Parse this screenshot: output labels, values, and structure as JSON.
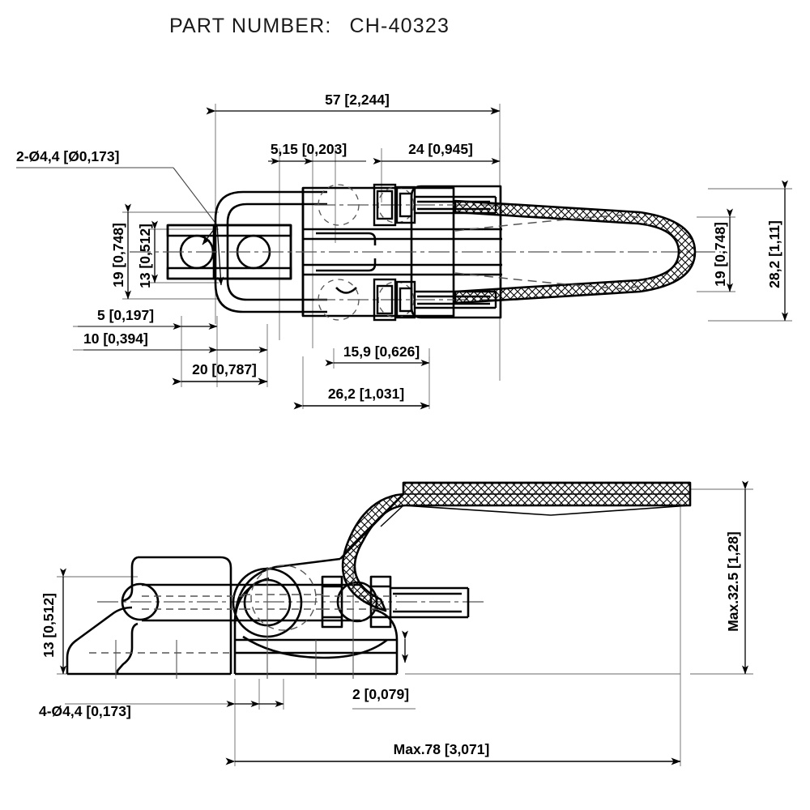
{
  "drawing": {
    "title_label": "PART NUMBER:",
    "part_number": "CH-40323",
    "title_full": "PART NUMBER:   CH-40323",
    "line_color": "#000000",
    "thin_line_color": "#555555",
    "background": "#ffffff"
  },
  "top_view": {
    "name": "plan-view",
    "dimensions": {
      "overall_length": "57 [2,244]",
      "bolt_span": "5,15 [0,203]",
      "spindle_length": "24 [0,945]",
      "left_height_outer": "19 [0,748]",
      "left_height_inner": "13 [0,512]",
      "right_height_handle": "19 [0,748]",
      "right_height_overall": "28,2 [1,11]",
      "hole_edge_1": "5 [0,197]",
      "hole_edge_2": "10 [0,394]",
      "hole_spacing": "20 [0,787]",
      "body_width_inner": "15,9 [0,626]",
      "body_width_outer": "26,2 [1,031]"
    },
    "notes": {
      "hole_callout": "2-Ø4,4 [Ø0,173]"
    }
  },
  "side_view": {
    "name": "side-elevation-view",
    "dimensions": {
      "hook_height": "13 [0,512]",
      "max_height": "Max.32.5 [1,28]",
      "base_thickness": "2 [0,079]",
      "max_length": "Max.78 [3,071]"
    },
    "notes": {
      "hole_callout": "4-Ø4,4 [0,173]"
    }
  }
}
